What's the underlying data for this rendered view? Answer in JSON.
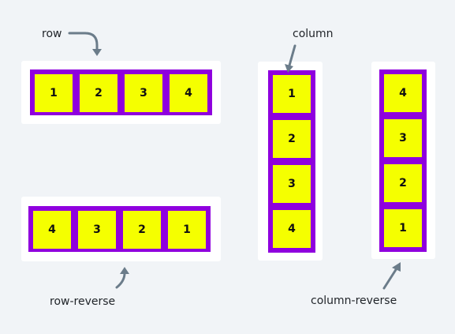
{
  "labels": {
    "row": "row",
    "column": "column",
    "row_reverse": "row-reverse",
    "column_reverse": "column-reverse"
  },
  "items": [
    "1",
    "2",
    "3",
    "4"
  ],
  "colors": {
    "background": "#f1f4f7",
    "card": "#ffffff",
    "container": "#8f00de",
    "item": "#f5ff00",
    "arrow": "#6b7c8a"
  }
}
